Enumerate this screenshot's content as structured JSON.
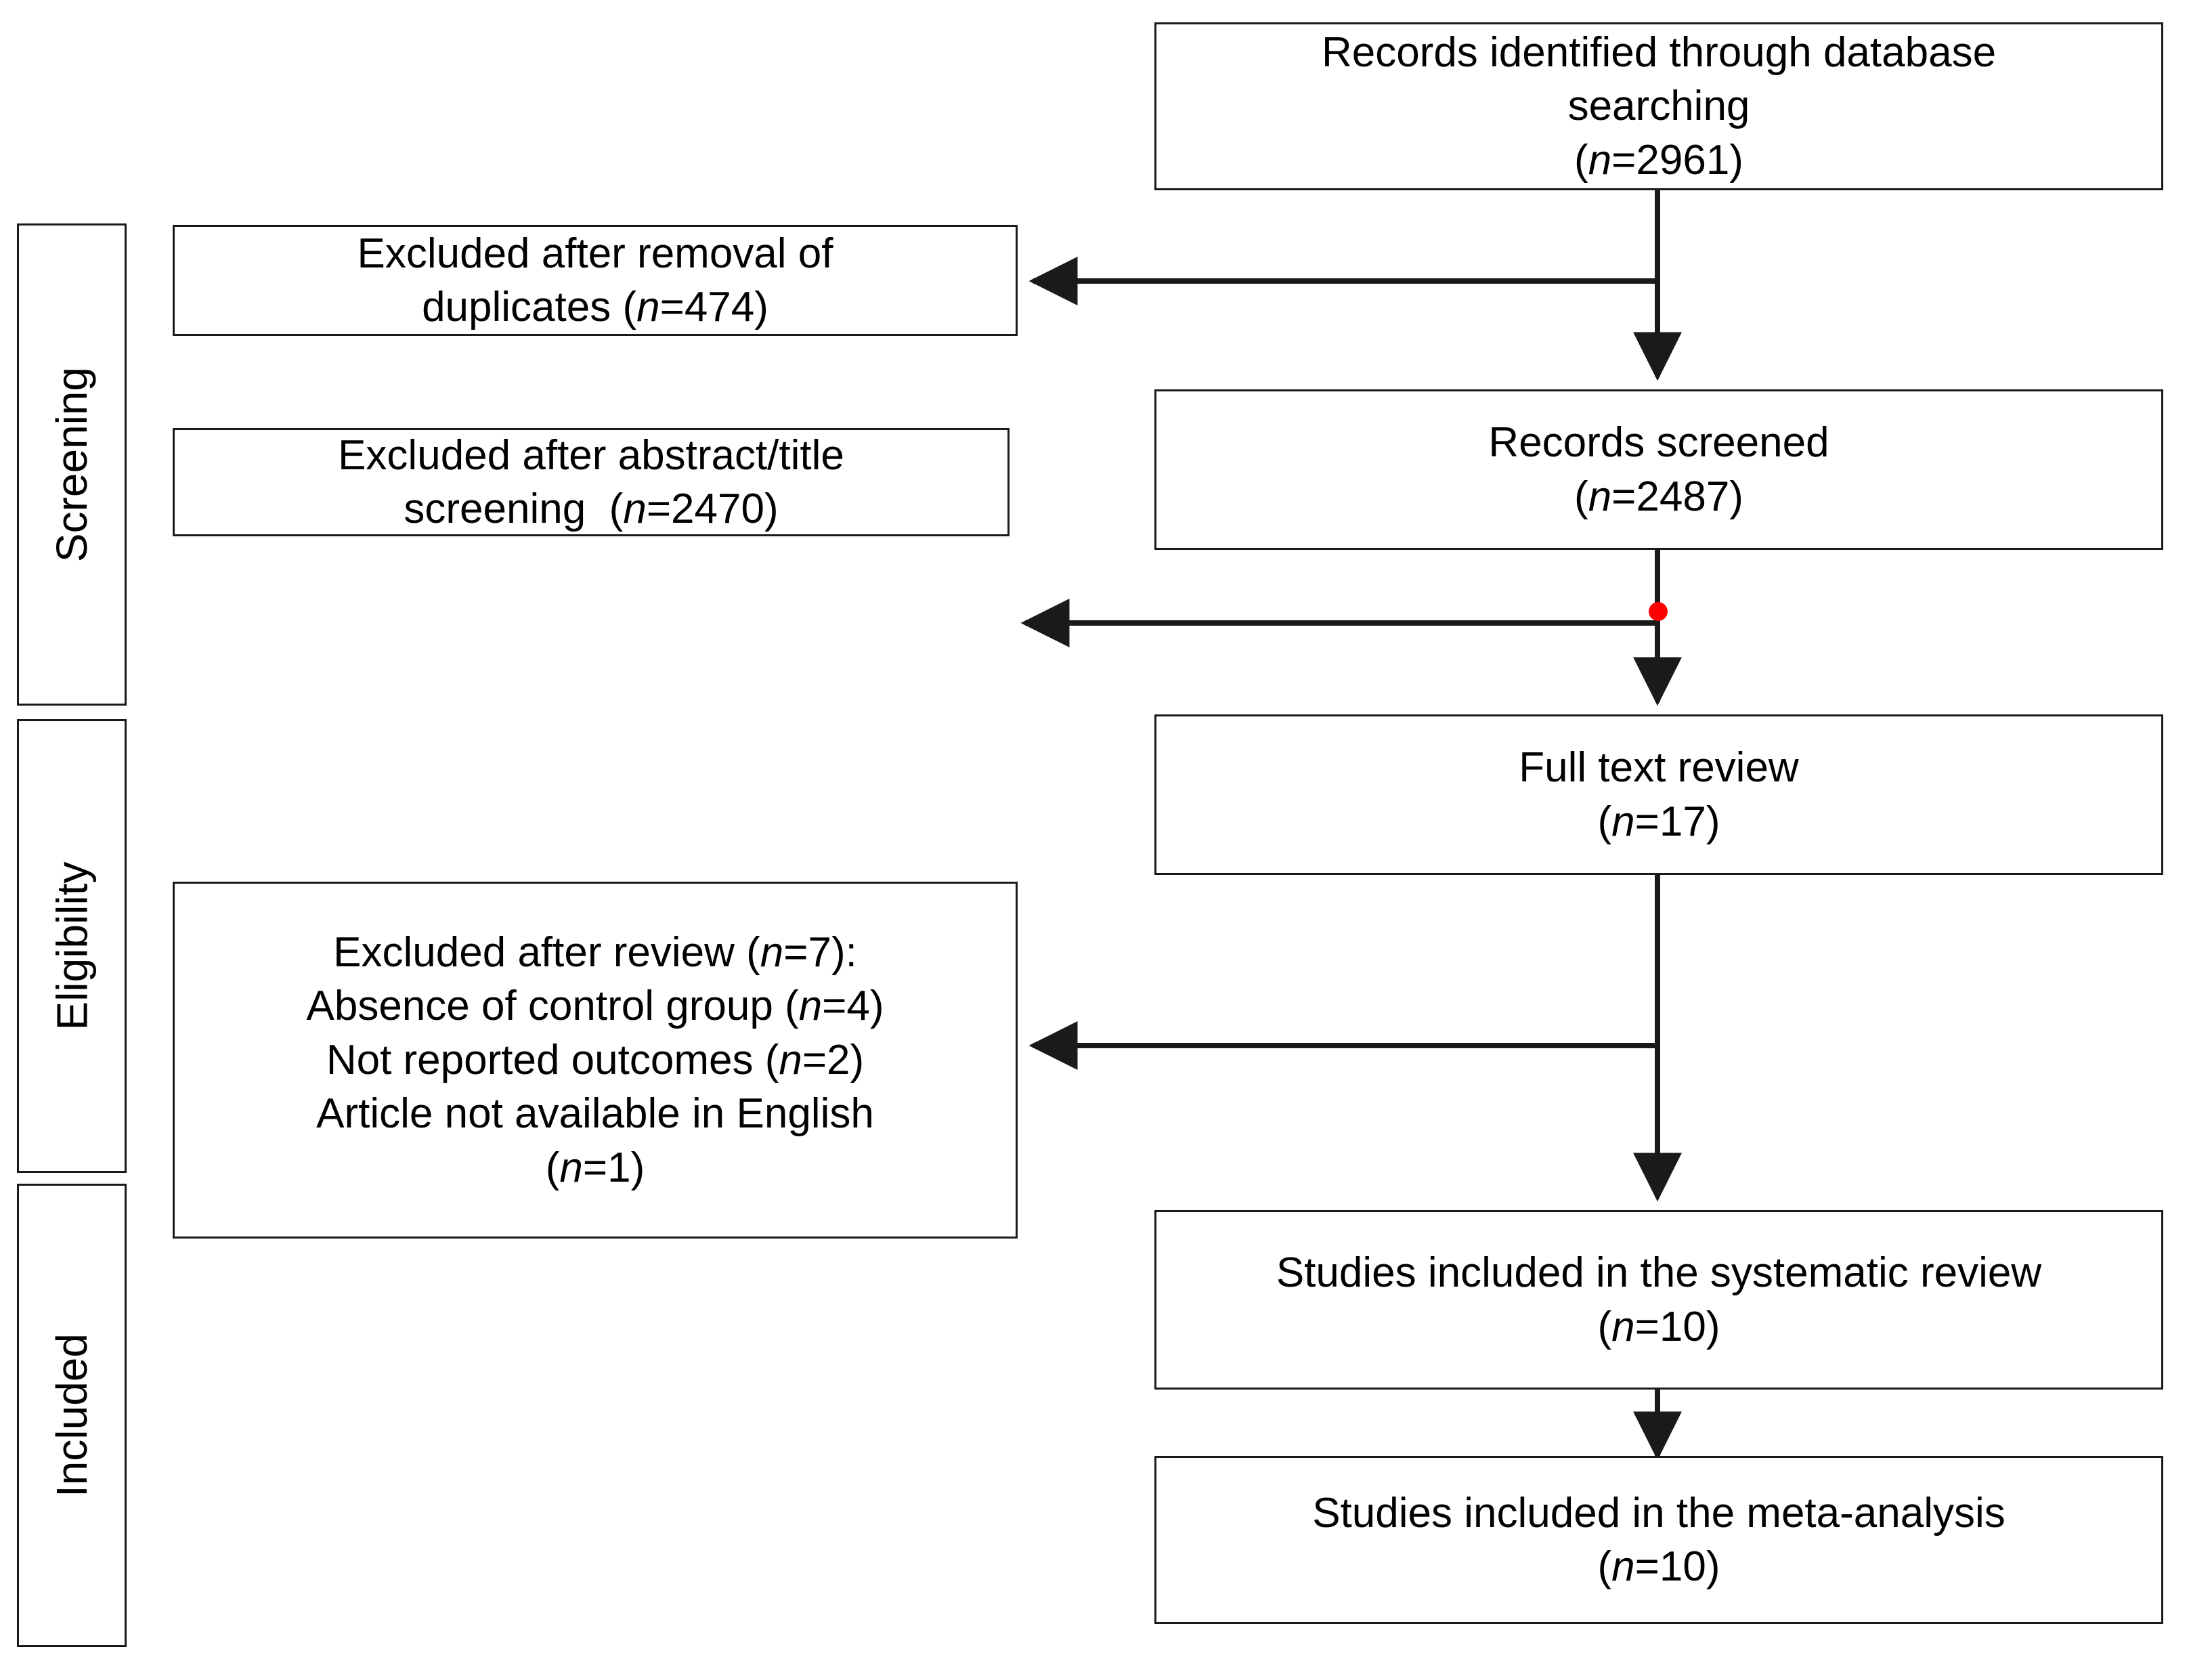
{
  "diagram": {
    "type": "prisma-flow-diagram",
    "background_color": "#ffffff",
    "line_color": "#1a1a1a",
    "marker_color": "#ff0000"
  },
  "stages": [
    {
      "key": "screening",
      "label": "Screening"
    },
    {
      "key": "eligibility",
      "label": "Eligibility"
    },
    {
      "key": "included",
      "label": "Included"
    }
  ],
  "nodes": {
    "records_identified": {
      "name": "records-identified-box",
      "lines": [
        "Records identified through database",
        "searching",
        "(n=2961)"
      ],
      "count": 2961
    },
    "records_screened": {
      "name": "records-screened-box",
      "lines": [
        "Records screened",
        "(n=2487)"
      ],
      "count": 2487
    },
    "full_text_review": {
      "name": "full-text-review-box",
      "lines": [
        "Full text review",
        "(n=17)"
      ],
      "count": 17
    },
    "included_systematic": {
      "name": "studies-systematic-review-box",
      "lines": [
        "Studies included in the systematic review",
        "(n=10)"
      ],
      "count": 10
    },
    "included_meta": {
      "name": "studies-meta-analysis-box",
      "lines": [
        "Studies included in the meta-analysis",
        "(n=10)"
      ],
      "count": 10
    },
    "excluded_duplicates": {
      "name": "excluded-duplicates-box",
      "lines": [
        "Excluded after removal of",
        "duplicates (n=474)"
      ],
      "count": 474
    },
    "excluded_abstract": {
      "name": "excluded-abstract-title-box",
      "lines": [
        "Excluded after abstract/title",
        "screening  (n=2470)"
      ],
      "count": 2470
    },
    "excluded_review": {
      "name": "excluded-after-review-box",
      "lines": [
        "Excluded after review (n=7):",
        "Absence of control group (n=4)",
        "Not reported outcomes (n=2)",
        "Article not available in English",
        "(n=1)"
      ],
      "count": 7,
      "reasons": [
        {
          "reason": "Absence of control group",
          "n": 4
        },
        {
          "reason": "Not reported outcomes",
          "n": 2
        },
        {
          "reason": "Article not available in English",
          "n": 1
        }
      ]
    }
  },
  "flows": [
    {
      "from": "records_identified",
      "to": "records_screened",
      "direction": "down"
    },
    {
      "from": "records_identified",
      "to": "excluded_duplicates",
      "direction": "left"
    },
    {
      "from": "records_screened",
      "to": "full_text_review",
      "direction": "down"
    },
    {
      "from": "records_screened",
      "to": "excluded_abstract",
      "direction": "left"
    },
    {
      "from": "full_text_review",
      "to": "included_systematic",
      "direction": "down"
    },
    {
      "from": "full_text_review",
      "to": "excluded_review",
      "direction": "left"
    },
    {
      "from": "included_systematic",
      "to": "included_meta",
      "direction": "down"
    }
  ]
}
